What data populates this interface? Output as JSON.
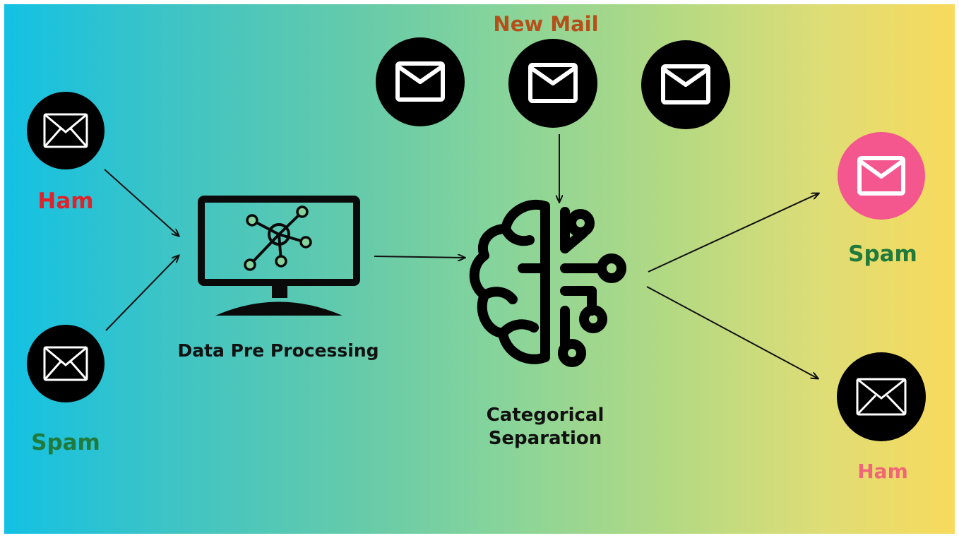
{
  "colors": {
    "gradient_start": "#13c1e3",
    "gradient_end": "#f8da5c",
    "icon_dark": "#000000",
    "icon_pink": "#f4568e",
    "new_mail_title": "#b4501a",
    "ham_input": "#e0222a",
    "spam_label": "#1f7a3c",
    "ham_output": "#f06577",
    "text_dark": "#111111"
  },
  "icons": {
    "mail": "mail-envelope-icon",
    "monitor": "monitor-network-icon",
    "brain": "brain-circuit-icon"
  },
  "labels": {
    "new_mail": "New Mail",
    "input_ham": "Ham",
    "input_spam": "Spam",
    "preprocessing": "Data Pre Processing",
    "categorical_line1": "Categorical",
    "categorical_line2": "Separation",
    "output_spam": "Spam",
    "output_ham": "Ham"
  }
}
